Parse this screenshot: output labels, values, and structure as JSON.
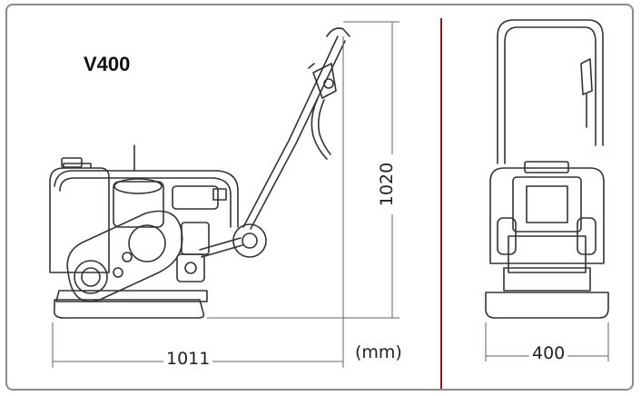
{
  "model": "V400",
  "dimensions": {
    "length": "1011",
    "height": "1020",
    "width": "400",
    "unit": "(mm)"
  },
  "colors": {
    "divider": "#8b1a1a",
    "line": "#333333",
    "frame": "#8a8a8a"
  }
}
